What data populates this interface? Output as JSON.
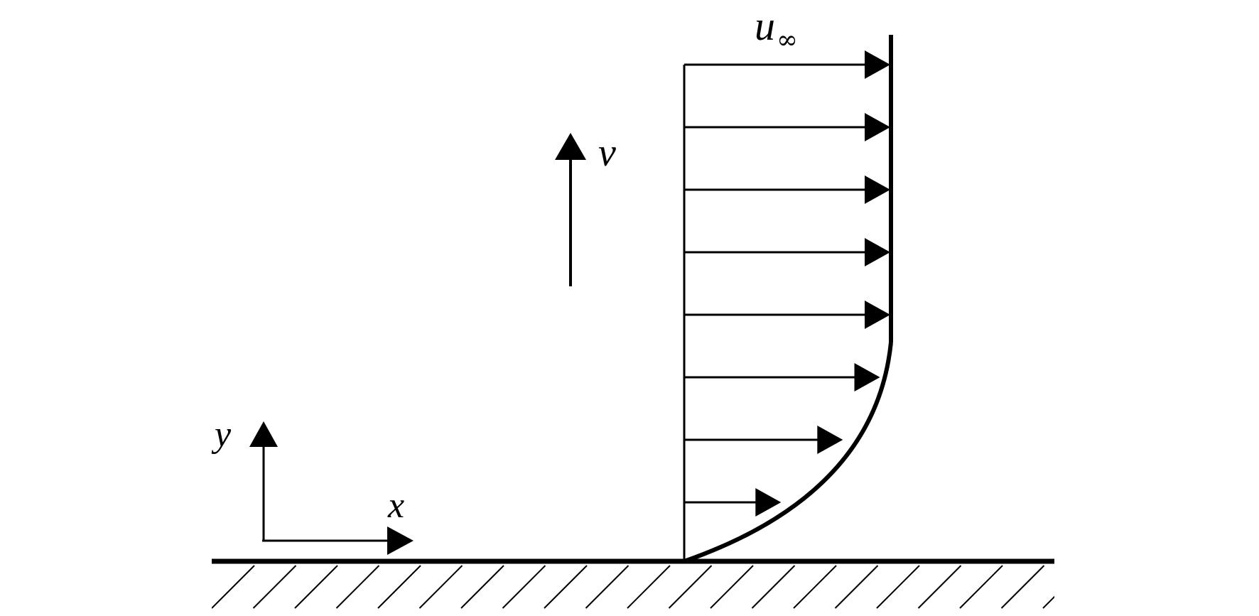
{
  "diagram": {
    "labels": {
      "free_stream_velocity": "u",
      "free_stream_subscript": "∞",
      "suction_velocity": "v",
      "x_axis": "x",
      "y_axis": "y"
    },
    "velocity_profile": {
      "arrow_count": 8,
      "free_stream_region_arrows": 5,
      "boundary_layer_arrows": 3,
      "relative_lengths": [
        1.0,
        1.0,
        1.0,
        1.0,
        1.0,
        0.95,
        0.77,
        0.47
      ]
    },
    "wall": {
      "hatched": true,
      "hatch_count": 21
    },
    "colors": {
      "ink": "#000000",
      "background": "#ffffff"
    }
  }
}
